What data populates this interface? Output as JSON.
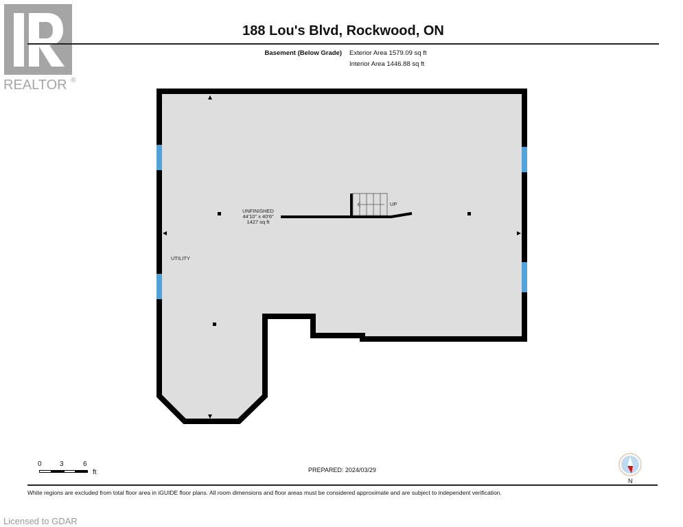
{
  "logo": {
    "text": "REALTOR",
    "mark": "®",
    "color": "#a5a5a5"
  },
  "header": {
    "title": "188 Lou's Blvd, Rockwood, ON",
    "floor_label": "Basement (Below Grade)",
    "exterior_area": "Exterior Area 1579.09 sq ft",
    "interior_area": "Interior Area 1446.88 sq ft"
  },
  "plan": {
    "colors": {
      "floor": "#dedede",
      "wall": "#000000",
      "window": "#4fa3d9",
      "excluded": "#ffffff"
    },
    "rooms": [
      {
        "name": "UNFINISHED",
        "dimensions": "44'10\" x 40'6\"",
        "area": "1427 sq ft"
      },
      {
        "name": "UTILITY"
      }
    ],
    "stairs_label": "UP"
  },
  "scale": {
    "ticks": [
      "0",
      "3",
      "6"
    ],
    "unit": "ft"
  },
  "prepared": "PREPARED: 2024/03/29",
  "compass": {
    "label": "N"
  },
  "footer": {
    "disclaimer": "White regions are excluded from total floor area in iGUIDE floor plans. All room dimensions and floor areas must be considered approximate and are subject to independent verification.",
    "license": "Licensed to GDAR"
  }
}
